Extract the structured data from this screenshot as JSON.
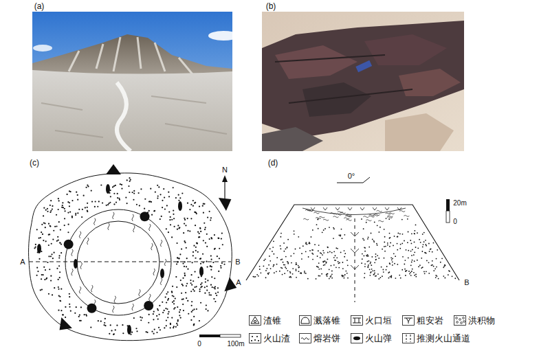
{
  "diagram": {
    "labels": [
      "(a)",
      "(b)",
      "(c)",
      "N",
      "A",
      "B",
      "0",
      "100m",
      "(d)",
      "0°",
      "20m",
      "0",
      "A",
      "B"
    ],
    "legend": [
      {
        "text": "渣锥"
      },
      {
        "text": "溅落锥"
      },
      {
        "text": "火口垣"
      },
      {
        "text": "粗安岩"
      },
      {
        "text": "洪积物"
      },
      {
        "text": "火山渣"
      },
      {
        "text": "熔岩饼"
      },
      {
        "text": "火山弹"
      },
      {
        "text": "推测火山通道"
      }
    ]
  }
}
